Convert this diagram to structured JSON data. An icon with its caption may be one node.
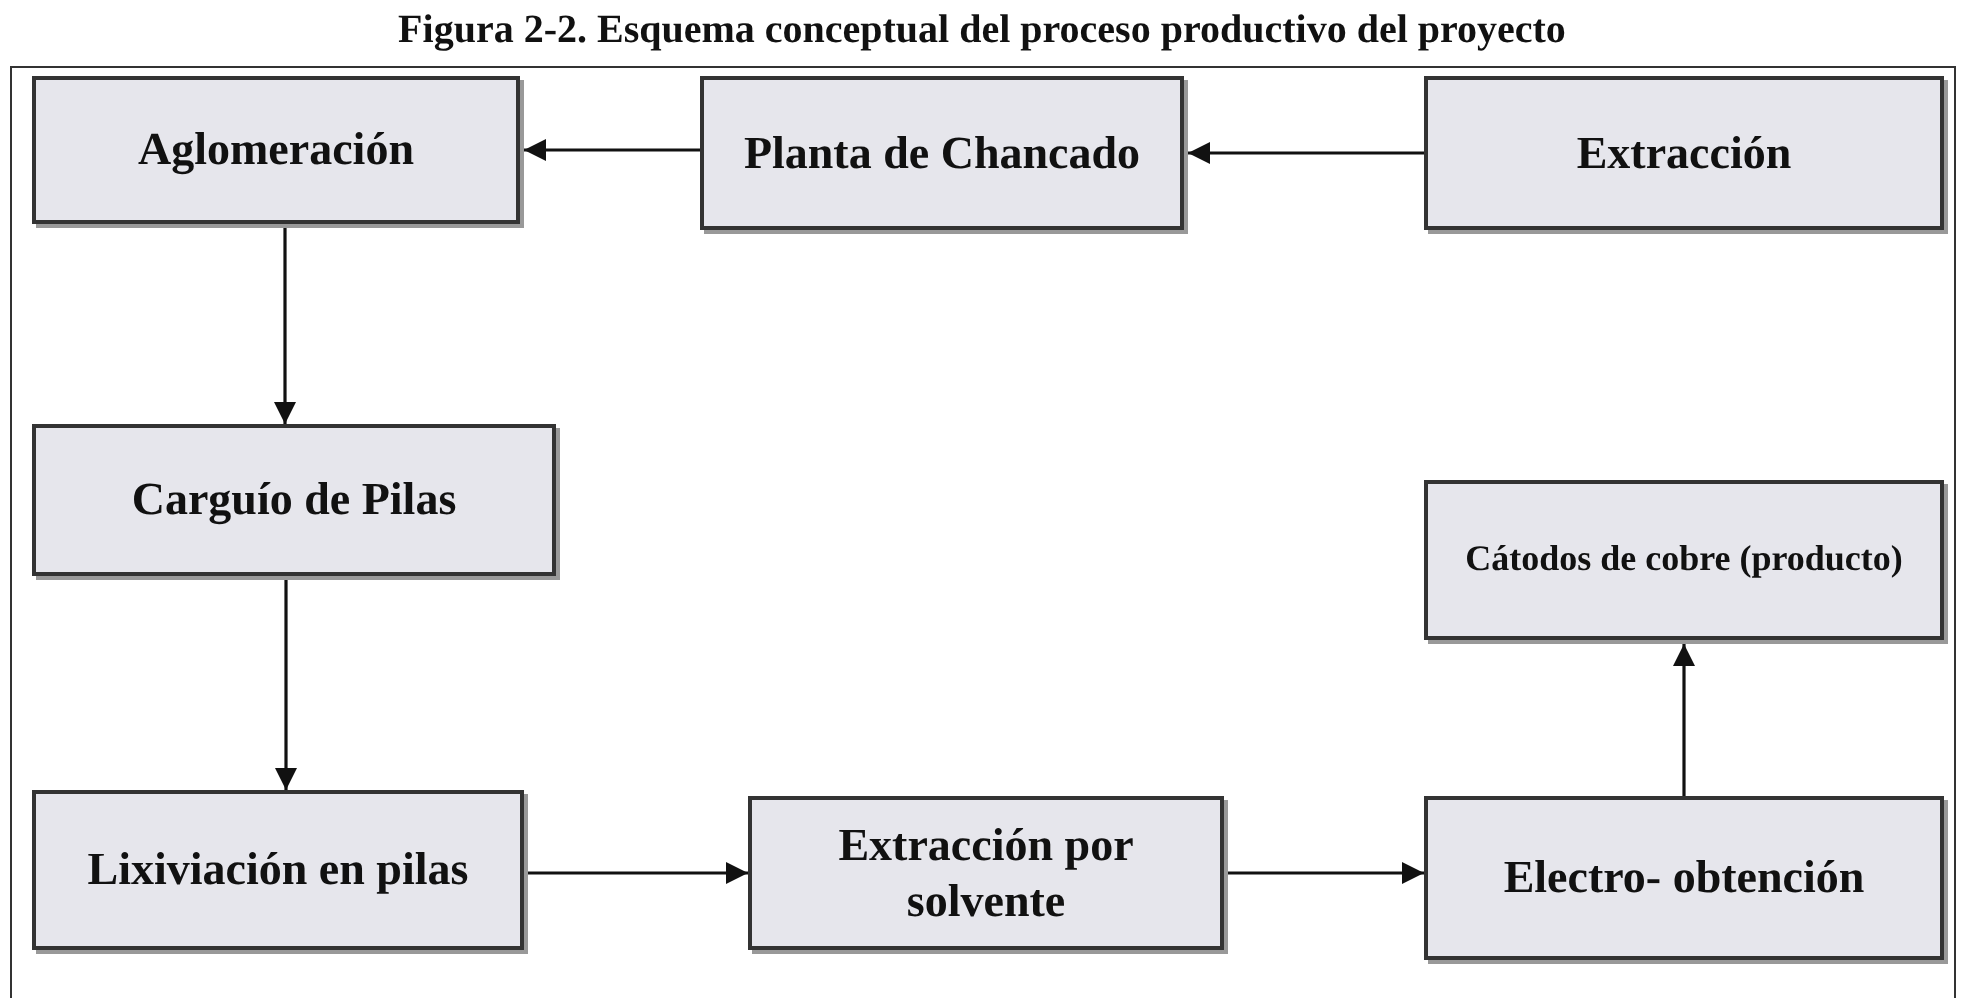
{
  "diagram": {
    "title": "Figura 2-2. Esquema conceptual del proceso productivo del proyecto",
    "nodes": [
      {
        "text": [
          "Aglomeración"
        ]
      },
      {
        "text": [
          "Planta de Chancado"
        ]
      },
      {
        "text": [
          "Extracción"
        ]
      },
      {
        "text": [
          "Carguío de Pilas"
        ]
      },
      {
        "text": [
          "Cátodos de cobre (producto)"
        ]
      },
      {
        "text": [
          "Lixiviación en pilas"
        ]
      },
      {
        "text": [
          "Extracción por solvente"
        ]
      },
      {
        "text": [
          "Electro- obtención"
        ]
      }
    ],
    "edges": [
      {
        "from": 1,
        "to": 0,
        "arrow": "to"
      },
      {
        "from": 2,
        "to": 1,
        "arrow": "to"
      },
      {
        "from": 0,
        "to": 3,
        "arrow": "to"
      },
      {
        "from": 3,
        "to": 5,
        "arrow": "to"
      },
      {
        "from": 5,
        "to": 6,
        "arrow": "to"
      },
      {
        "from": 6,
        "to": 7,
        "arrow": "to"
      },
      {
        "from": 7,
        "to": 4,
        "arrow": "to"
      }
    ]
  }
}
